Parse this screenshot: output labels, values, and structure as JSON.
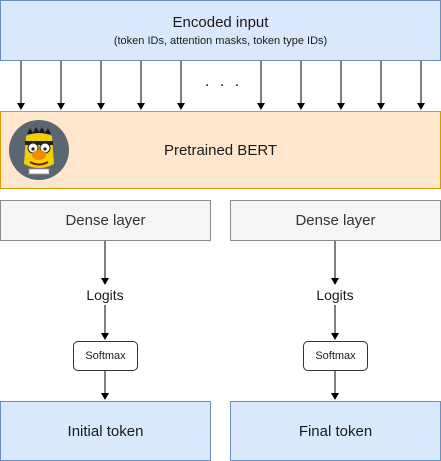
{
  "encoded_input": {
    "title": "Encoded input",
    "subtitle": "(token IDs, attention masks, token type IDs)"
  },
  "ellipsis": ". . .",
  "bert": {
    "label": "Pretrained BERT",
    "logo_icon": "bert-muppet-icon"
  },
  "heads": [
    {
      "dense": "Dense layer",
      "logits": "Logits",
      "softmax": "Softmax",
      "output": "Initial token"
    },
    {
      "dense": "Dense layer",
      "logits": "Logits",
      "softmax": "Softmax",
      "output": "Final token"
    }
  ],
  "colors": {
    "input_fill": "#dae8fc",
    "input_stroke": "#6c8ebf",
    "bert_fill": "#ffe6cc",
    "bert_stroke": "#d79b00",
    "dense_fill": "#f5f5f5",
    "dense_stroke": "#8c8c8c"
  }
}
